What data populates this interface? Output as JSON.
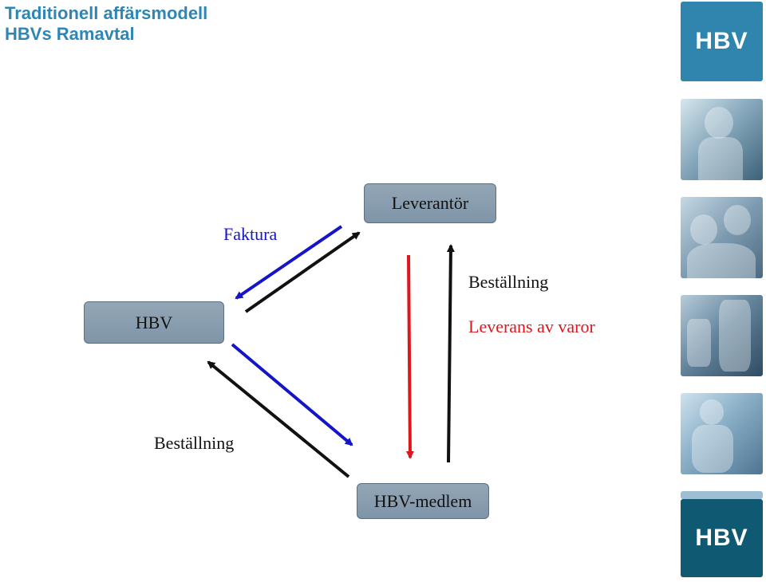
{
  "title": {
    "line1": "Traditionell affärsmodell",
    "line2": "HBVs Ramavtal"
  },
  "nodes": {
    "supplier": "Leverantör",
    "hbv": "HBV",
    "member": "HBV-medlem"
  },
  "labels": {
    "invoice": "Faktura",
    "order_right": "Beställning",
    "delivery": "Leverans av varor",
    "order_bottom": "Beställning"
  },
  "logos": {
    "top": "HBV",
    "bottom": "HBV"
  },
  "colors": {
    "title": "#2f86b4",
    "invoice": "#1515c8",
    "delivery": "#e0161d",
    "order": "#111111",
    "node_fill": "#8699ab"
  }
}
